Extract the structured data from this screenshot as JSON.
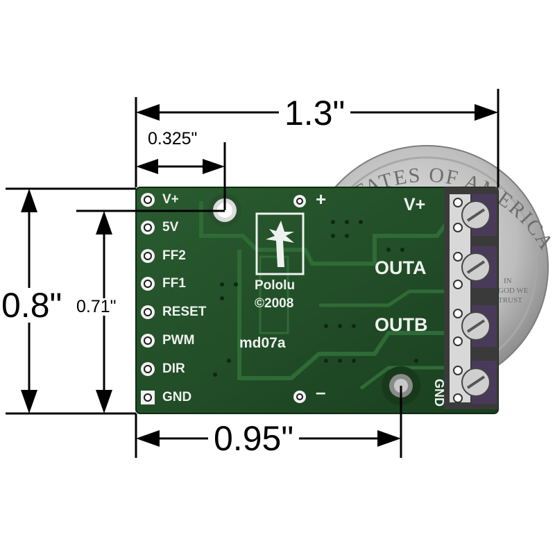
{
  "dimensions": {
    "overall_width": "1.3\"",
    "mount_offset": "0.325\"",
    "overall_height": "0.8\"",
    "mount_spacing_vertical": "0.71\"",
    "mount_spacing_horizontal": "0.95\""
  },
  "board": {
    "pin_labels": [
      "V+",
      "5V",
      "FF2",
      "FF1",
      "RESET",
      "PWM",
      "DIR",
      "GND"
    ],
    "output_labels": [
      "V+",
      "OUTA",
      "OUTB"
    ],
    "gnd_vertical": "GND",
    "plus_symbol": "+",
    "minus_symbol": "–",
    "brand": "Pololu",
    "copyright": "©2008",
    "model": "md07a"
  },
  "coin": {
    "rim_text": "STATES OF AMERICA",
    "motto_fragment": [
      "IN",
      "GOD WE",
      "TRUST"
    ]
  },
  "colors": {
    "pcb": "#1f4a25",
    "silkscreen": "#eef2ee",
    "coin": "#c9c9c9"
  }
}
